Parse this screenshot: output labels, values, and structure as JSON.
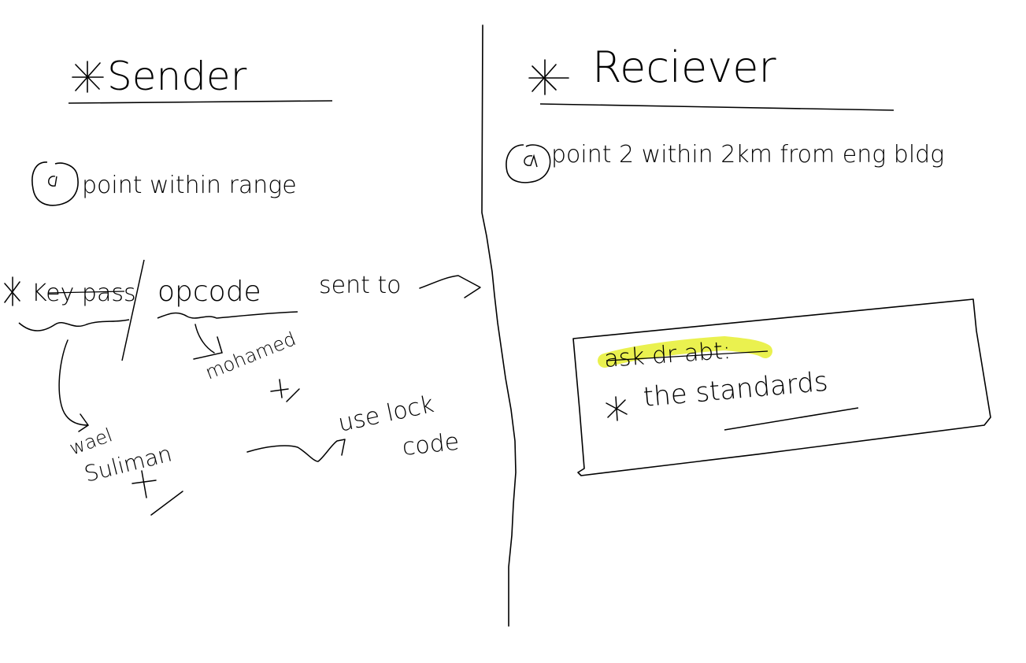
{
  "sender": {
    "heading": "Sender",
    "point": "point within range",
    "items": {
      "key_pass": "Key pass",
      "opcode": "opcode",
      "sent_to": "sent to",
      "mohamed": "mohamed",
      "wael": "wael",
      "suliman": "Suliman",
      "use_lock": "use lock",
      "code": "code"
    }
  },
  "receiver": {
    "heading": "Reciever",
    "point": "point 2 within 2km from eng bldg",
    "note": {
      "line1": "ask dr abt:",
      "line2": "the standards"
    }
  },
  "colors": {
    "ink": "#000000",
    "highlight": "#e8ef3c"
  },
  "icons": {
    "bullet": "asterisk-icon",
    "at": "at-sign-icon",
    "arrow": "arrow-icon",
    "check": "check-icon"
  }
}
